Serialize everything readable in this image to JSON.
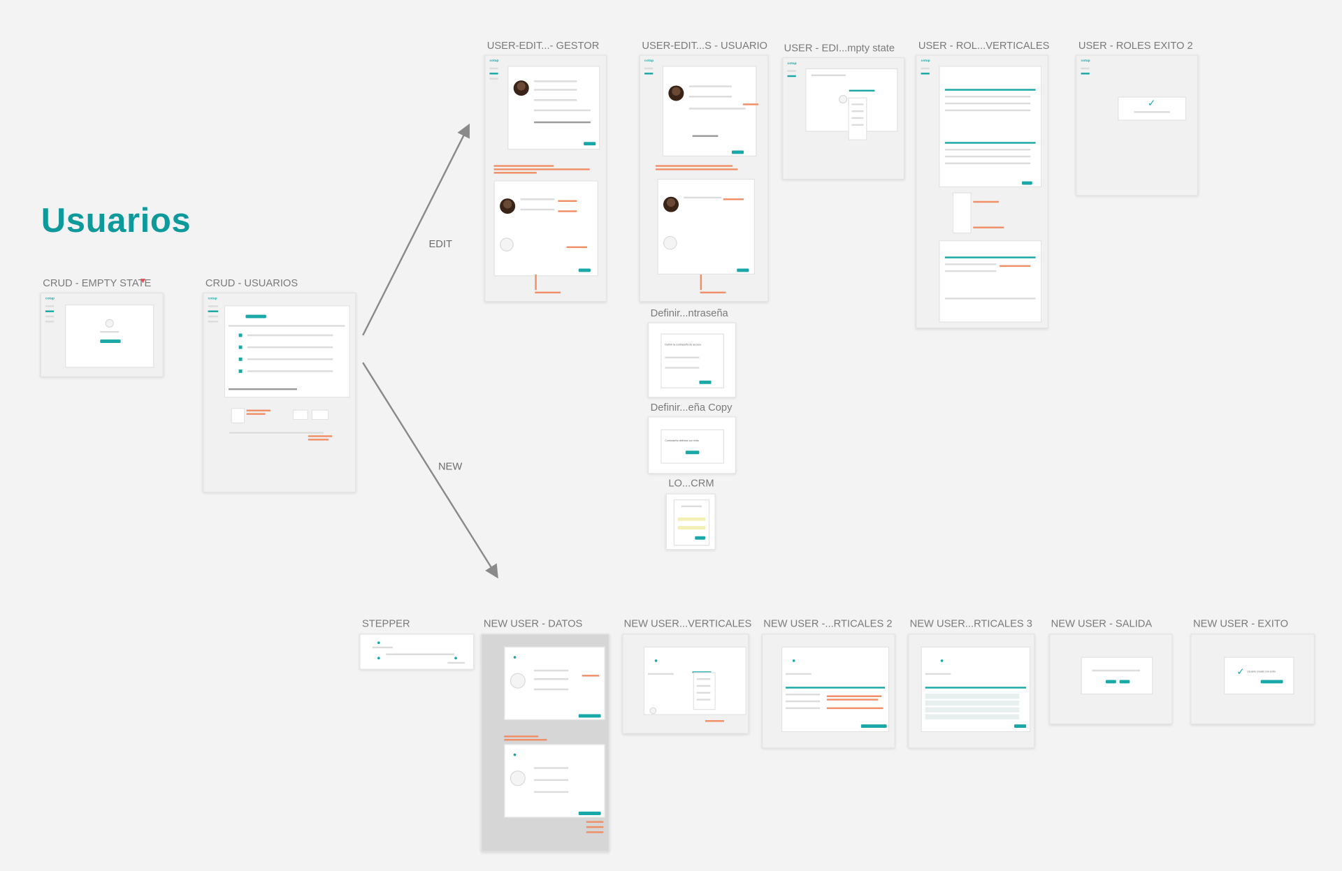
{
  "page": {
    "title": "Usuarios"
  },
  "flows": {
    "edit": "EDIT",
    "new": "NEW"
  },
  "frames": {
    "crud_empty": "CRUD - EMPTY STATE",
    "crud_usuarios": "CRUD - USUARIOS",
    "user_edit_gestor": "USER-EDIT...- GESTOR",
    "user_edit_usuario": "USER-EDIT...S - USUARIO",
    "user_edit_empty": "USER - EDI...mpty state",
    "user_roles_verticales": "USER - ROL...VERTICALES",
    "user_roles_exito": "USER - ROLES EXITO 2",
    "definir_contrasena": "Definir...ntraseña",
    "definir_contrasena_copy": "Definir...eña Copy",
    "lo_crm": "LO...CRM",
    "stepper": "STEPPER",
    "new_user_datos": "NEW USER - DATOS",
    "new_user_verticales": "NEW USER...VERTICALES",
    "new_user_verticales_2": "NEW USER -...RTICALES 2",
    "new_user_verticales_3": "NEW USER...RTICALES 3",
    "new_user_salida": "NEW USER - SALIDA",
    "new_user_exito": "NEW USER - EXITO"
  },
  "thumbnail_text": {
    "app_logo": "cotap",
    "definir_heading": "Definir la contraseña de acceso",
    "contrasena_ok": "Contraseña definida con éxito",
    "usuario_creado": "Usuario creado con éxito"
  },
  "colors": {
    "accent": "#19a7a7",
    "title": "#0e9a9a",
    "annotation": "#f08f66",
    "arrow": "#8a8a8a",
    "canvas": "#f3f3f3"
  },
  "icons": {
    "flow_arrow": "arrow-icon",
    "success_check": "check-icon",
    "cursor_marker": "pointer-marker-icon"
  }
}
